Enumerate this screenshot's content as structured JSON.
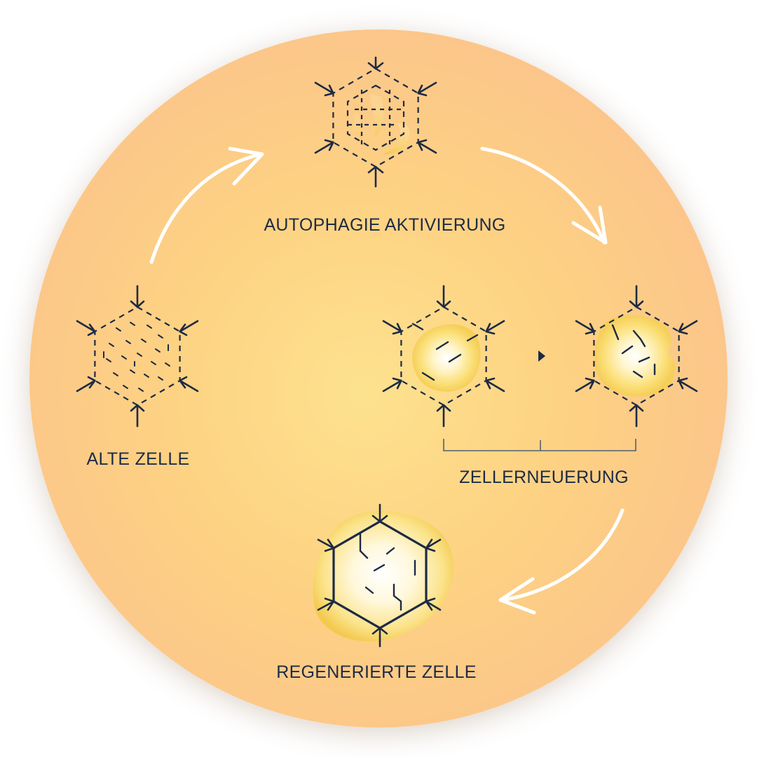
{
  "title": "",
  "colors": {
    "ink": "#1e2a44",
    "disc_outer": "#fbbf8a",
    "disc_inner": "#fde28e",
    "glow": "#fff6d0",
    "arrow": "#ffffff"
  },
  "stages": [
    {
      "id": "old-cell",
      "label": "ALTE ZELLE"
    },
    {
      "id": "autophagy",
      "label": "AUTOPHAGIE AKTIVIERUNG"
    },
    {
      "id": "renewal",
      "label": "ZELLERNEUERUNG"
    },
    {
      "id": "regenerated",
      "label": "REGENERIERTE ZELLE"
    }
  ],
  "flow": [
    "old-cell",
    "autophagy",
    "renewal",
    "regenerated"
  ]
}
